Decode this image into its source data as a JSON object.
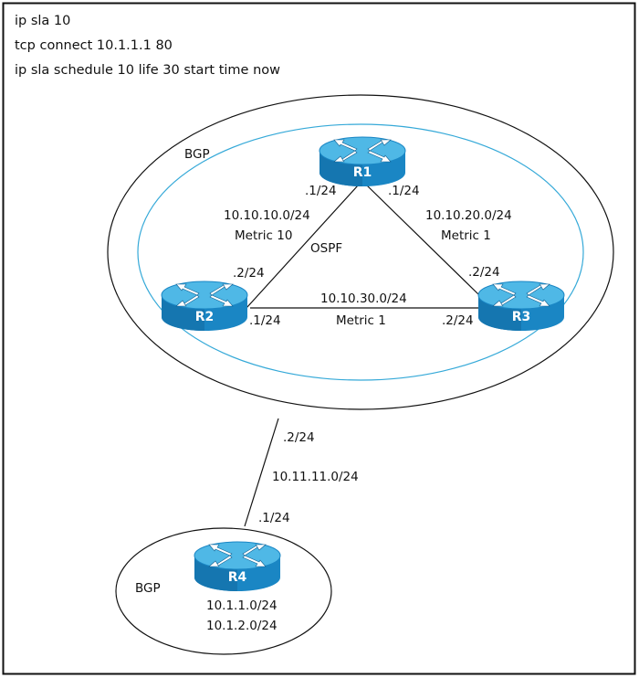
{
  "config": {
    "lines": [
      "ip sla 10",
      "tcp connect 10.1.1.1 80",
      "ip sla schedule 10 life 30 start time now"
    ]
  },
  "colors": {
    "border": "#111111",
    "ospf_ring": "#35a9d8",
    "router_top": "#4fb8e6",
    "router_body": "#1a86c4",
    "router_dark": "#0f5f91",
    "router_arrow": "#ffffff"
  },
  "zones": {
    "bgp_upper": "BGP",
    "ospf": "OSPF",
    "bgp_lower": "BGP"
  },
  "routers": {
    "r1": {
      "name": "R1",
      "icon": "router-icon"
    },
    "r2": {
      "name": "R2",
      "icon": "router-icon"
    },
    "r3": {
      "name": "R3",
      "icon": "router-icon"
    },
    "r4": {
      "name": "R4",
      "icon": "router-icon"
    }
  },
  "links": {
    "r1_r2": {
      "r1_end": ".1/24",
      "r2_end": ".2/24",
      "network": "10.10.10.0/24",
      "metric": "Metric 10"
    },
    "r1_r3": {
      "r1_end": ".1/24",
      "r3_end": ".2/24",
      "network": "10.10.20.0/24",
      "metric": "Metric 1"
    },
    "r2_r3": {
      "r2_end": ".1/24",
      "r3_end": ".2/24",
      "network": "10.10.30.0/24",
      "metric": "Metric 1"
    },
    "bgp_r4": {
      "upper_end": ".2/24",
      "r4_end": ".1/24",
      "network": "10.11.11.0/24"
    }
  },
  "r4_networks": [
    "10.1.1.0/24",
    "10.1.2.0/24"
  ]
}
